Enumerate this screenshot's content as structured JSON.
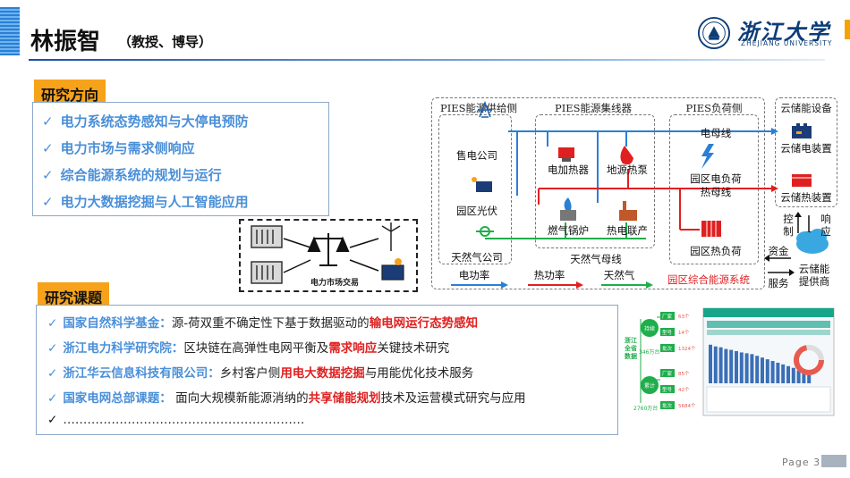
{
  "header": {
    "name": "林振智",
    "title": "（教授、博导）",
    "logo_cn": "浙江大学",
    "logo_en": "ZHEJIANG UNIVERSITY"
  },
  "research_directions": {
    "tag": "研究方向",
    "items": [
      "电力系统态势感知与大停电预防",
      "电力市场与需求侧响应",
      "综合能源系统的规划与运行",
      "电力大数据挖掘与人工智能应用"
    ]
  },
  "market_diagram": {
    "label": "电力市场交易"
  },
  "projects": {
    "tag": "研究课题",
    "items": [
      {
        "org": "国家自然科学基金：",
        "pre": "源-荷双重不确定性下基于数据驱动的",
        "hi": "输电网运行态势感知",
        "post": ""
      },
      {
        "org": "浙江电力科学研究院：",
        "pre": "区块链在高弹性电网平衡及",
        "hi": "需求响应",
        "post": "关键技术研究"
      },
      {
        "org": "浙江华云信息科技有限公司：",
        "pre": "乡村客户侧",
        "hi": "用电大数据挖掘",
        "post": "与用能优化技术服务"
      },
      {
        "org": "国家电网总部课题：",
        "pre": " 面向大规模新能源消纳的",
        "hi": "共享储能规划",
        "post": "技术及运营模式研究与应用"
      },
      {
        "org": "",
        "pre": "……………………………………………………",
        "hi": "",
        "post": ""
      }
    ]
  },
  "pies": {
    "col1": "PIES能源供给侧",
    "col2": "PIES能源集线器",
    "col3": "PIES负荷侧",
    "col4": "云储能设备",
    "sell": "售电公司",
    "pv": "园区光伏",
    "gas_co": "天然气公司",
    "heater": "电加热器",
    "heat_pump": "地源热泵",
    "boiler": "燃气锅炉",
    "chp": "热电联产",
    "gas_bus": "天然气母线",
    "elec_bus": "电母线",
    "load_elec": "园区电负荷",
    "heat_bus": "热母线",
    "load_heat": "园区热负荷",
    "cloud_elec": "云储电装置",
    "cloud_heat": "云储热装置",
    "control": "控\n制",
    "respond": "响\n应",
    "capital": "资金",
    "service": "服务",
    "provider": "云储能\n提供商",
    "legend_elec": "电功率",
    "legend_heat": "热功率",
    "legend_gas": "天然气",
    "system": "园区综合能源系统"
  },
  "dashboard": {
    "side_title": "浙江全省数据",
    "g1": "持续",
    "g1_val": "346万台",
    "g2": "累计",
    "g2_val": "2760万台",
    "r1": "厂家",
    "r2": "型号",
    "r3": "批次",
    "v1": "63个",
    "v2": "14个",
    "v3": "1324个",
    "v4": "85个",
    "v5": "42个",
    "v6": "5684个"
  },
  "footer": {
    "page": "Page 3"
  },
  "colors": {
    "accent": "#f6a21a",
    "blue_text": "#4a8fd8",
    "highlight": "#e02020",
    "elec": "#2a7fd6",
    "heat": "#e02020",
    "gas": "#1fae4b"
  },
  "chart_data": {
    "type": "bar",
    "values": [
      90,
      86,
      84,
      80,
      78,
      75,
      72,
      70,
      68,
      64,
      60,
      56,
      52,
      48,
      44,
      40,
      36,
      30,
      26,
      22
    ],
    "pie_percent": 0.72
  }
}
